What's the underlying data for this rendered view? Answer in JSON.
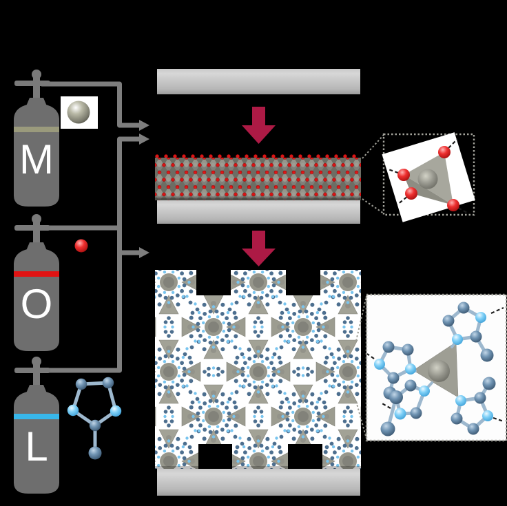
{
  "figure": {
    "background": "#000000",
    "kind": "gas-phase MOF thin-film deposition scheme"
  },
  "cylinders": [
    {
      "label": "M",
      "band_color": "#9a9a7c",
      "species": "metal-precursor-atom"
    },
    {
      "label": "O",
      "band_color": "#e01313",
      "species": "oxidant-atom"
    },
    {
      "label": "L",
      "band_color": "#38b7ea",
      "species": "organic-ligand-molecule"
    }
  ],
  "colors": {
    "cylinder_body": "#6e6e6e",
    "valve": "#7a7a7a",
    "pipe": "#7e7e7e",
    "substrate_light": "#d6d6d6",
    "substrate_dark": "#a6a6a6",
    "process_arrow": "#ad1a45",
    "oxygen_red": "#dc1515",
    "metal_gray": "#8f8f83",
    "atom_dark": "#4d6f8f",
    "atom_cyan": "#79c5ef",
    "bond": "#9db8ce",
    "node_gray": "#9c9c92",
    "inset_border": "#a3a39b",
    "dash_black": "#1c1c1c"
  },
  "ligand_icon": {
    "atoms": [
      [
        118,
        558,
        "c",
        8.2
      ],
      [
        157,
        556,
        "c",
        8.2
      ],
      [
        106,
        596,
        "n",
        8.2
      ],
      [
        168,
        597,
        "n",
        8.2
      ],
      [
        138,
        618,
        "c",
        8.2
      ],
      [
        138,
        658,
        "c",
        9.5
      ]
    ],
    "bonds": [
      [
        0,
        1
      ],
      [
        0,
        2
      ],
      [
        1,
        3
      ],
      [
        2,
        4
      ],
      [
        3,
        4
      ],
      [
        4,
        5
      ]
    ]
  },
  "oxide_inset": {
    "oxygens": [
      [
        645,
        221
      ],
      [
        586,
        254
      ],
      [
        597,
        281
      ],
      [
        658,
        298
      ]
    ],
    "dashes": [
      [
        645,
        221,
        664,
        202
      ],
      [
        586,
        254,
        564,
        246
      ],
      [
        597,
        281,
        577,
        297
      ],
      [
        658,
        298,
        678,
        309
      ]
    ]
  },
  "mof_inset": {
    "rings": [
      {
        "attach": [
          664,
          493,
          656,
          504
        ],
        "dash": [
          713,
          455,
          731,
          447
        ],
        "atoms": [
          [
            664,
            493,
            "n",
            8
          ],
          [
            691,
            489,
            "c",
            8.5
          ],
          [
            698,
            461,
            "n",
            8
          ],
          [
            673,
            447,
            "c",
            8.5
          ],
          [
            651,
            466,
            "c",
            8.5
          ],
          [
            707,
            516,
            "c",
            9.5
          ]
        ],
        "bonds": [
          [
            0,
            1
          ],
          [
            1,
            2
          ],
          [
            2,
            3
          ],
          [
            3,
            4
          ],
          [
            4,
            0
          ],
          [
            1,
            5
          ]
        ]
      },
      {
        "attach": [
          596,
          536,
          603,
          539
        ],
        "dash": [
          543,
          521,
          533,
          514
        ],
        "atoms": [
          [
            596,
            536,
            "n",
            8
          ],
          [
            571,
            549,
            "c",
            8.5
          ],
          [
            551,
            529,
            "n",
            8
          ],
          [
            564,
            504,
            "c",
            8.5
          ],
          [
            592,
            508,
            "c",
            8.5
          ],
          [
            566,
            571,
            "c",
            9.5
          ]
        ],
        "bonds": [
          [
            0,
            1
          ],
          [
            1,
            2
          ],
          [
            2,
            3
          ],
          [
            3,
            4
          ],
          [
            4,
            0
          ],
          [
            1,
            5
          ]
        ]
      },
      {
        "attach": [
          669,
          582,
          666,
          578
        ],
        "dash": [
          716,
          607,
          731,
          612
        ],
        "atoms": [
          [
            669,
            582,
            "n",
            8
          ],
          [
            697,
            578,
            "c",
            8.5
          ],
          [
            708,
            604,
            "n",
            8
          ],
          [
            687,
            623,
            "c",
            8.5
          ],
          [
            663,
            608,
            "c",
            8.5
          ],
          [
            710,
            557,
            "c",
            9.5
          ]
        ],
        "bonds": [
          [
            0,
            1
          ],
          [
            1,
            2
          ],
          [
            2,
            3
          ],
          [
            3,
            4
          ],
          [
            4,
            0
          ],
          [
            1,
            5
          ]
        ]
      },
      {
        "attach": [
          616,
          568,
          627,
          556
        ],
        "dash": [
          567,
          593,
          553,
          585
        ],
        "atoms": [
          [
            616,
            568,
            "n",
            8
          ],
          [
            596,
            560,
            "c",
            8.5
          ],
          [
            575,
            577,
            "c",
            10
          ],
          [
            581,
            601,
            "n",
            8.5
          ],
          [
            604,
            600,
            "c",
            8.5
          ],
          [
            563,
            623,
            "c",
            10.5
          ]
        ],
        "bonds": [
          [
            0,
            1
          ],
          [
            1,
            2
          ],
          [
            2,
            3
          ],
          [
            3,
            4
          ],
          [
            4,
            0
          ],
          [
            2,
            5
          ]
        ]
      }
    ]
  }
}
